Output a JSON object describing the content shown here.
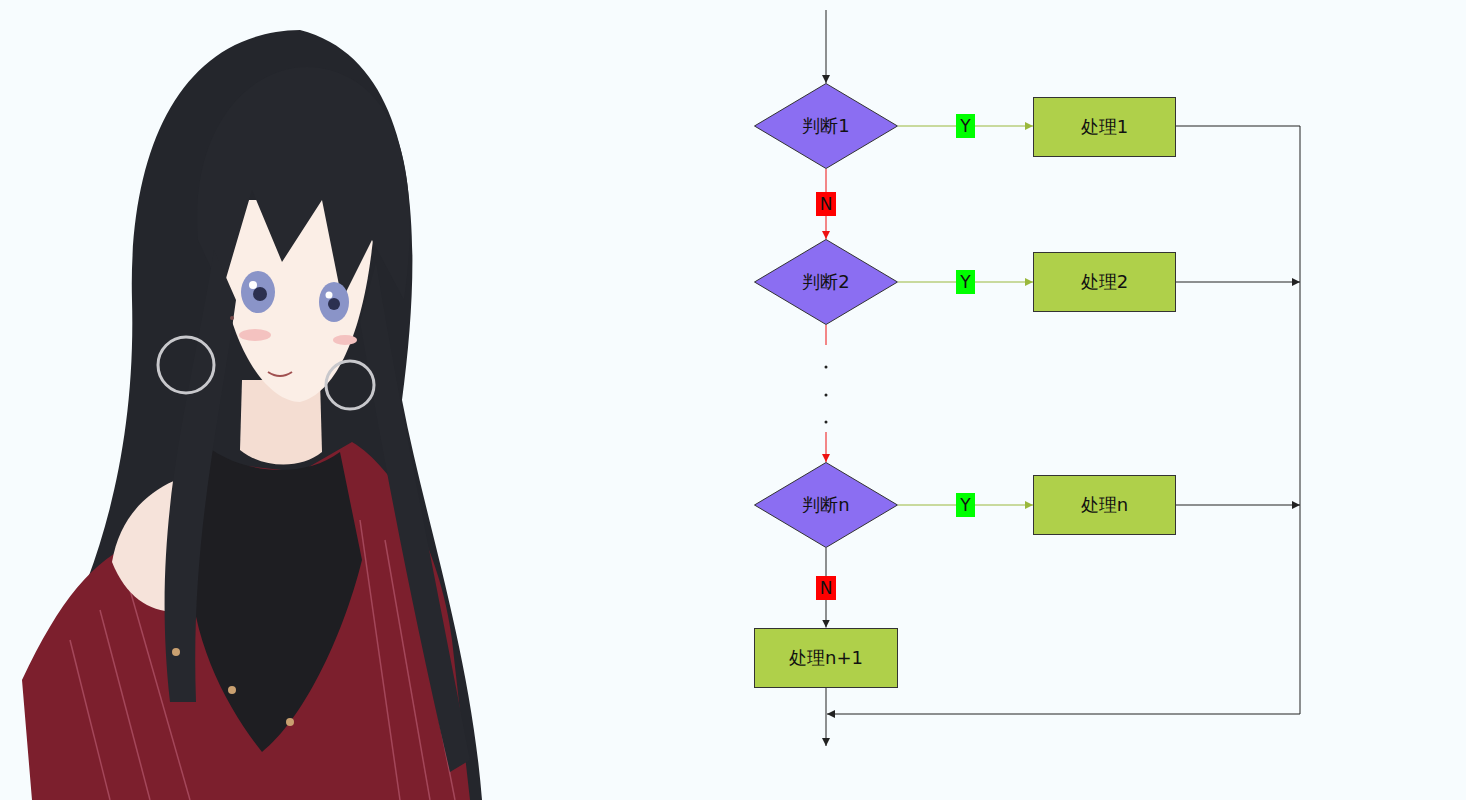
{
  "diagram": {
    "nodes": [
      {
        "text": [
          "判断1"
        ]
      },
      {
        "text": [
          "处理1"
        ]
      },
      {
        "text": [
          "判断2"
        ]
      },
      {
        "text": [
          "处理2"
        ]
      },
      {
        "text": [
          "判断n"
        ]
      },
      {
        "text": [
          "处理n"
        ]
      },
      {
        "text": [
          "处理n+1"
        ]
      }
    ],
    "edges": [
      {
        "from": 0,
        "to": 1,
        "arrow": "to",
        "label": "Y"
      },
      {
        "from": 0,
        "to": 2,
        "arrow": "to",
        "label": "N"
      },
      {
        "from": 2,
        "to": 3,
        "arrow": "to",
        "label": "Y"
      },
      {
        "from": 2,
        "to": 4,
        "arrow": "to"
      },
      {
        "from": 4,
        "to": 5,
        "arrow": "to",
        "label": "Y"
      },
      {
        "from": 4,
        "to": 6,
        "arrow": "to",
        "label": "N"
      }
    ]
  }
}
